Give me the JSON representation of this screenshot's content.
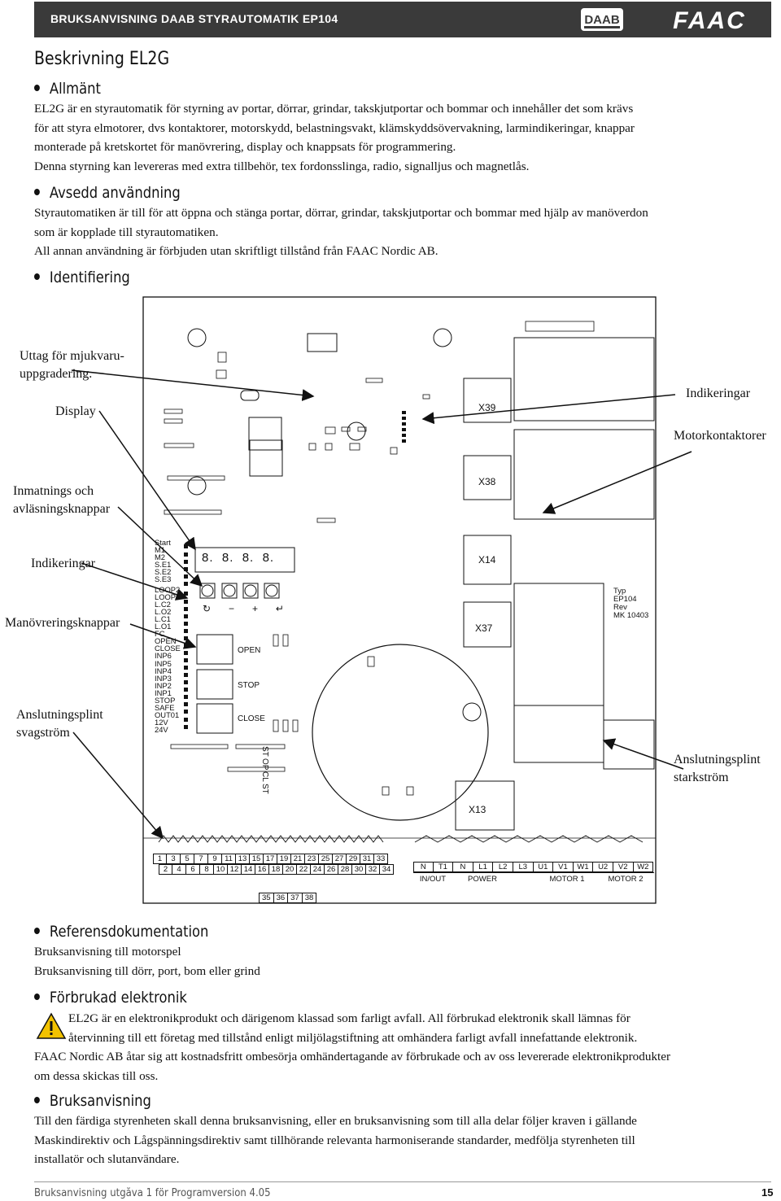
{
  "header": {
    "title": "BRUKSANVISNING DAAB STYRAUTOMATIK EP104",
    "logo_left": "DAAB",
    "logo_right": "FAAC"
  },
  "page_title": "Beskrivning EL2G",
  "sections": {
    "allmant": {
      "heading": "Allmänt",
      "lines": [
        "EL2G är en styrautomatik för styrning av portar, dörrar, grindar, takskjutportar och bommar och innehåller det som krävs",
        "för att styra elmotorer, dvs kontaktorer, motorskydd, belastningsvakt, klämskyddsövervakning, larmindikeringar, knappar",
        "monterade på kretskortet för manövrering, display och knappsats för programmering.",
        "Denna styrning kan levereras med extra tillbehör, tex fordonsslinga, radio, signalljus och magnetlås."
      ]
    },
    "avsedd": {
      "heading": "Avsedd användning",
      "lines": [
        "Styrautomatiken är till för att öppna och stänga portar, dörrar, grindar, takskjutportar och bommar med hjälp av manöverdon",
        "som är kopplade till styrautomatiken.",
        "All annan användning är förbjuden utan skriftligt tillstånd från FAAC Nordic AB."
      ]
    },
    "identifiering": {
      "heading": "Identifiering"
    },
    "referens": {
      "heading": "Referensdokumentation",
      "lines": [
        "Bruksanvisning till motorspel",
        "Bruksanvisning till dörr, port, bom eller grind"
      ]
    },
    "forbrukad": {
      "heading": "Förbrukad elektronik",
      "lines": [
        "EL2G är en elektronikprodukt och därigenom klassad som farligt avfall. All förbrukad elektronik skall lämnas för",
        "återvinning till ett företag med tillstånd enligt miljölagstiftning att omhändera farligt avfall innefattande elektronik.",
        "FAAC Nordic AB åtar sig att kostnadsfritt ombesörja omhändertagande av förbrukade och av oss levererade elektronikprodukter",
        "om dessa skickas till oss."
      ]
    },
    "bruksanvisning": {
      "heading": "Bruksanvisning",
      "lines": [
        "Till den färdiga styrenheten skall denna bruksanvisning, eller en bruksanvisning som till alla delar följer kraven i gällande",
        "Maskindirektiv och Lågspänningsdirektiv samt tillhörande relevanta harmoniserande standarder, medfölja styrenheten till",
        "installatör och slutanvändare."
      ]
    }
  },
  "diagram_labels": {
    "uttag": [
      "Uttag för mjukvaru-",
      "uppgradering."
    ],
    "display": "Display",
    "indikeringar_right": "Indikeringar",
    "motorkontaktorer": "Motorkontaktorer",
    "inmatning": [
      "Inmatnings och",
      "avläsningsknappar"
    ],
    "indikeringar_left": "Indikeringar",
    "manovrering": "Manövreringsknappar",
    "svagstrom": [
      "Anslutningsplint",
      "svagström"
    ],
    "starkstrom": [
      "Anslutningsplint",
      "starkström"
    ]
  },
  "board": {
    "connectors": [
      "X39",
      "X38",
      "X14",
      "X37",
      "X13"
    ],
    "display_digits": [
      "8.",
      "8.",
      "8.",
      "8."
    ],
    "led_labels": [
      "Start",
      "M1",
      "M2",
      "S.E1",
      "S.E2",
      "S.E3",
      "LOOP2",
      "LOOP1",
      "L.C2",
      "L.O2",
      "L.C1",
      "L.O1",
      "FC",
      "OPEN",
      "CLOSE",
      "INP6",
      "INP5",
      "INP4",
      "INP3",
      "INP2",
      "INP1",
      "STOP",
      "SAFE",
      "OUT01",
      "12V",
      "24V"
    ],
    "key_symbols": [
      "↻",
      "−",
      "+",
      "↵"
    ],
    "buttons": [
      "OPEN",
      "STOP",
      "CLOSE"
    ],
    "rotated_labels": [
      "ST",
      "CL",
      "OP",
      "ST"
    ],
    "type_info": [
      "Typ",
      "EP104",
      "Rev",
      "MK 10403"
    ],
    "terminals_top": [
      "1",
      "3",
      "5",
      "7",
      "9",
      "11",
      "13",
      "15",
      "17",
      "19",
      "21",
      "23",
      "25",
      "27",
      "29",
      "31",
      "33"
    ],
    "terminals_bottom": [
      "2",
      "4",
      "6",
      "8",
      "10",
      "12",
      "14",
      "16",
      "18",
      "20",
      "22",
      "24",
      "26",
      "28",
      "30",
      "32",
      "34"
    ],
    "terminals_extra": [
      "35",
      "36",
      "37",
      "38"
    ],
    "power_terminals": [
      "N",
      "T1",
      "N",
      "L1",
      "L2",
      "L3",
      "U1",
      "V1",
      "W1",
      "U2",
      "V2",
      "W2"
    ],
    "power_groups": [
      "IN/OUT",
      "POWER",
      "MOTOR 1",
      "MOTOR 2"
    ]
  },
  "footer": {
    "text": "Bruksanvisning utgåva 1 för Programversion 4.05",
    "page": "15"
  }
}
